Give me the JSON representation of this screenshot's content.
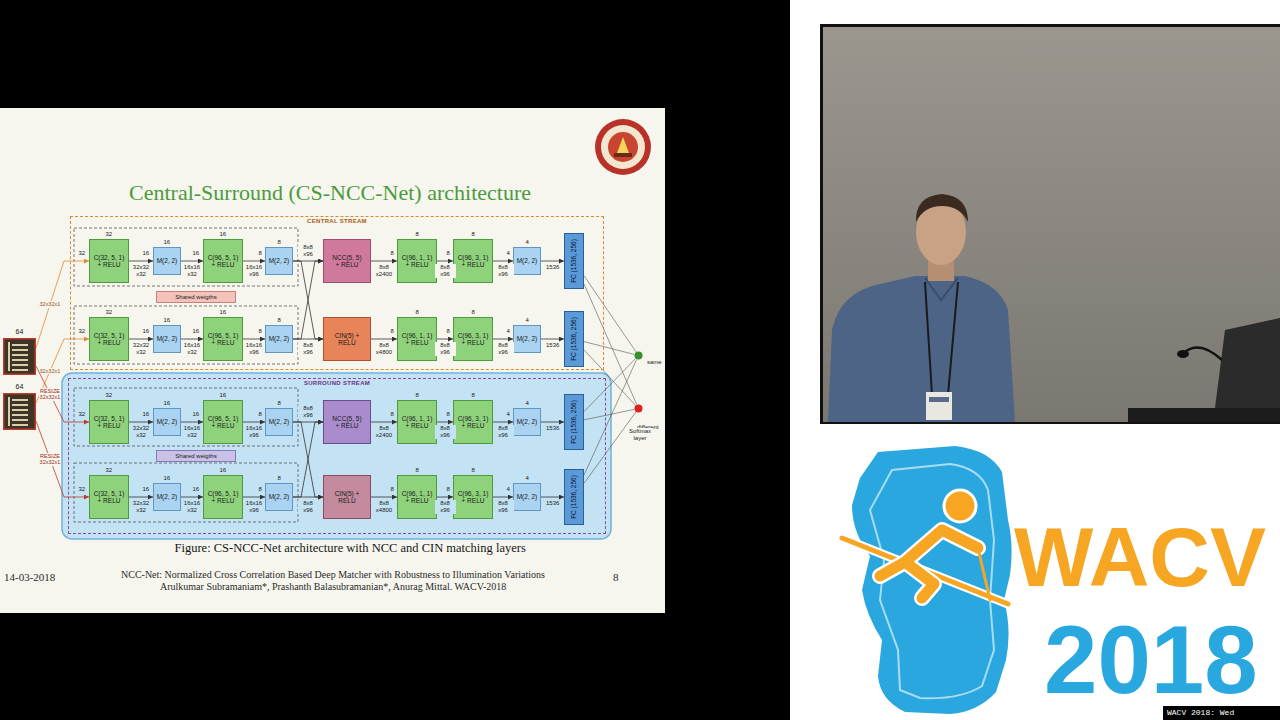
{
  "diagram": {
    "title": "Central-Surround (CS-NCC-Net) architecture",
    "caption": "Figure: CS-NCC-Net architecture with NCC and CIN matching layers",
    "nodes": [
      {
        "text": [
          "64"
        ]
      },
      {
        "text": [
          "64"
        ]
      },
      {
        "text": [
          "CENTRAL STREAM"
        ]
      },
      {
        "text": [
          "C(32, 5, 1) + RELU"
        ],
        "in": 2
      },
      {
        "text": [
          "M(2, 2)"
        ],
        "in": 2
      },
      {
        "text": [
          "C(96, 5, 1) + RELU"
        ],
        "in": 2
      },
      {
        "text": [
          "M(2, 2)"
        ],
        "in": 2
      },
      {
        "text": [
          "NCC(5, 5) + RELU"
        ],
        "in": 2
      },
      {
        "text": [
          "C(96, 1, 1) + RELU"
        ],
        "in": 2
      },
      {
        "text": [
          "C(96, 3, 1) + RELU"
        ],
        "in": 2
      },
      {
        "text": [
          "M(2, 2)"
        ],
        "in": 2
      },
      {
        "text": [
          "FC (1536, 256)"
        ],
        "in": 2
      },
      {
        "text": [
          "Shared weigths"
        ],
        "in": 2
      },
      {
        "text": [
          "C(32, 5, 1) + RELU"
        ],
        "in": 2
      },
      {
        "text": [
          "M(2, 2)"
        ],
        "in": 2
      },
      {
        "text": [
          "C(96, 5, 1) + RELU"
        ],
        "in": 2
      },
      {
        "text": [
          "M(2, 2)"
        ],
        "in": 2
      },
      {
        "text": [
          "CIN(5) + RELU"
        ],
        "in": 2
      },
      {
        "text": [
          "C(96, 1, 1) + RELU"
        ],
        "in": 2
      },
      {
        "text": [
          "C(96, 3, 1) + RELU"
        ],
        "in": 2
      },
      {
        "text": [
          "M(2, 2)"
        ],
        "in": 2
      },
      {
        "text": [
          "FC (1536, 256)"
        ],
        "in": 2
      },
      {
        "text": [
          "SURROUND STREAM"
        ]
      },
      {
        "text": [
          "C(32, 5, 1) + RELU"
        ],
        "in": 22
      },
      {
        "text": [
          "M(2, 2)"
        ],
        "in": 22
      },
      {
        "text": [
          "C(96, 5, 1) + RELU"
        ],
        "in": 22
      },
      {
        "text": [
          "M(2, 2)"
        ],
        "in": 22
      },
      {
        "text": [
          "NCC(5, 5) + RELU"
        ],
        "in": 22
      },
      {
        "text": [
          "C(96, 1, 1) + RELU"
        ],
        "in": 22
      },
      {
        "text": [
          "C(96, 3, 1) + RELU"
        ],
        "in": 22
      },
      {
        "text": [
          "M(2, 2)"
        ],
        "in": 22
      },
      {
        "text": [
          "FC (1536, 256)"
        ],
        "in": 22
      },
      {
        "text": [
          "Shared weigths"
        ],
        "in": 22
      },
      {
        "text": [
          "C(32, 5, 1) + RELU"
        ],
        "in": 22
      },
      {
        "text": [
          "M(2, 2)"
        ],
        "in": 22
      },
      {
        "text": [
          "C(96, 5, 1) + RELU"
        ],
        "in": 22
      },
      {
        "text": [
          "M(2, 2)"
        ],
        "in": 22
      },
      {
        "text": [
          "CIN(5) + RELU"
        ],
        "in": 22
      },
      {
        "text": [
          "C(96, 1, 1) + RELU"
        ],
        "in": 22
      },
      {
        "text": [
          "C(96, 3, 1) + RELU"
        ],
        "in": 22
      },
      {
        "text": [
          "M(2, 2)"
        ],
        "in": 22
      },
      {
        "text": [
          "FC (1536, 256)"
        ],
        "in": 22
      },
      {
        "text": [
          "same"
        ]
      },
      {
        "text": [
          "different"
        ]
      }
    ],
    "edges": [
      {
        "from": 0,
        "to": 3,
        "arrow": "to",
        "label": "32x32x1"
      },
      {
        "from": 1,
        "to": 13,
        "arrow": "to",
        "label": "32x32x1"
      },
      {
        "from": 0,
        "to": 23,
        "arrow": "to",
        "label": "RESIZE 32x32x1"
      },
      {
        "from": 1,
        "to": 33,
        "arrow": "to",
        "label": "RESIZE 32x32x1"
      },
      {
        "from": 3,
        "to": 4,
        "arrow": "to"
      },
      {
        "from": 4,
        "to": 5,
        "arrow": "to"
      },
      {
        "from": 5,
        "to": 6,
        "arrow": "to"
      },
      {
        "from": 6,
        "to": 7,
        "arrow": "to"
      },
      {
        "from": 6,
        "to": 17,
        "arrow": "to"
      },
      {
        "from": 7,
        "to": 8,
        "arrow": "to"
      },
      {
        "from": 8,
        "to": 9,
        "arrow": "to"
      },
      {
        "from": 9,
        "to": 10,
        "arrow": "to"
      },
      {
        "from": 10,
        "to": 11,
        "arrow": "to"
      },
      {
        "from": 11,
        "to": 42,
        "arrow": "none"
      },
      {
        "from": 11,
        "to": 43,
        "arrow": "none"
      },
      {
        "from": 13,
        "to": 14,
        "arrow": "to"
      },
      {
        "from": 14,
        "to": 15,
        "arrow": "to"
      },
      {
        "from": 15,
        "to": 16,
        "arrow": "to"
      },
      {
        "from": 16,
        "to": 7,
        "arrow": "to"
      },
      {
        "from": 16,
        "to": 17,
        "arrow": "to"
      },
      {
        "from": 17,
        "to": 18,
        "arrow": "to"
      },
      {
        "from": 18,
        "to": 19,
        "arrow": "to"
      },
      {
        "from": 19,
        "to": 20,
        "arrow": "to"
      },
      {
        "from": 20,
        "to": 21,
        "arrow": "to"
      },
      {
        "from": 21,
        "to": 42,
        "arrow": "none"
      },
      {
        "from": 21,
        "to": 43,
        "arrow": "none"
      },
      {
        "from": 23,
        "to": 24,
        "arrow": "to"
      },
      {
        "from": 24,
        "to": 25,
        "arrow": "to"
      },
      {
        "from": 25,
        "to": 26,
        "arrow": "to"
      },
      {
        "from": 26,
        "to": 27,
        "arrow": "to"
      },
      {
        "from": 26,
        "to": 37,
        "arrow": "to"
      },
      {
        "from": 27,
        "to": 28,
        "arrow": "to"
      },
      {
        "from": 28,
        "to": 29,
        "arrow": "to"
      },
      {
        "from": 29,
        "to": 30,
        "arrow": "to"
      },
      {
        "from": 30,
        "to": 31,
        "arrow": "to"
      },
      {
        "from": 31,
        "to": 42,
        "arrow": "none"
      },
      {
        "from": 31,
        "to": 43,
        "arrow": "none"
      },
      {
        "from": 33,
        "to": 34,
        "arrow": "to"
      },
      {
        "from": 34,
        "to": 35,
        "arrow": "to"
      },
      {
        "from": 35,
        "to": 36,
        "arrow": "to"
      },
      {
        "from": 36,
        "to": 27,
        "arrow": "to"
      },
      {
        "from": 36,
        "to": 37,
        "arrow": "to"
      },
      {
        "from": 37,
        "to": 38,
        "arrow": "to"
      },
      {
        "from": 38,
        "to": 39,
        "arrow": "to"
      },
      {
        "from": 39,
        "to": 40,
        "arrow": "to"
      },
      {
        "from": 40,
        "to": 41,
        "arrow": "to"
      },
      {
        "from": 41,
        "to": 42,
        "arrow": "none"
      },
      {
        "from": 41,
        "to": 43,
        "arrow": "none"
      }
    ],
    "labels": [
      "32",
      "32",
      "32x32 x32",
      "16",
      "16",
      "16x16 x32",
      "16",
      "16",
      "16x16 x96",
      "8",
      "8",
      "8x8 x96",
      "8x8 x2400",
      "8",
      "8",
      "8x8 x96",
      "8",
      "8",
      "8x8 x96",
      "4",
      "4",
      "1536",
      "32",
      "32",
      "32x32 x32",
      "16",
      "16",
      "16x16 x32",
      "16",
      "16",
      "16x16 x96",
      "8",
      "8",
      "8x8 x96",
      "8x8 x4800",
      "8",
      "8",
      "8x8 x96",
      "8",
      "8",
      "8x8 x96",
      "4",
      "4",
      "1536",
      "32",
      "32",
      "32x32 x32",
      "16",
      "16",
      "16x16 x32",
      "16",
      "16",
      "16x16 x96",
      "8",
      "8",
      "8x8 x96",
      "8x8 x2400",
      "8",
      "8",
      "8x8 x96",
      "8",
      "8",
      "8x8 x96",
      "4",
      "4",
      "1536",
      "32",
      "32",
      "32x32 x32",
      "16",
      "16",
      "16x16 x32",
      "16",
      "16",
      "16x16 x96",
      "8",
      "8",
      "8x8 x96",
      "8x8 x4800",
      "8",
      "8",
      "8x8 x96",
      "8",
      "8",
      "8x8 x96",
      "4",
      "4",
      "1536",
      "Softmax layer",
      "14-03-2018",
      "NCC-Net: Normalized Cross Correlation Based Deep Matcher with Robustness to Illumination Variations",
      "Arulkumar Subramaniam*, Prashanth Balasubramanian*, Anurag Mittal. WACV-2018",
      "8",
      "WACV",
      "2018",
      "WACV 2018: Wed"
    ]
  }
}
